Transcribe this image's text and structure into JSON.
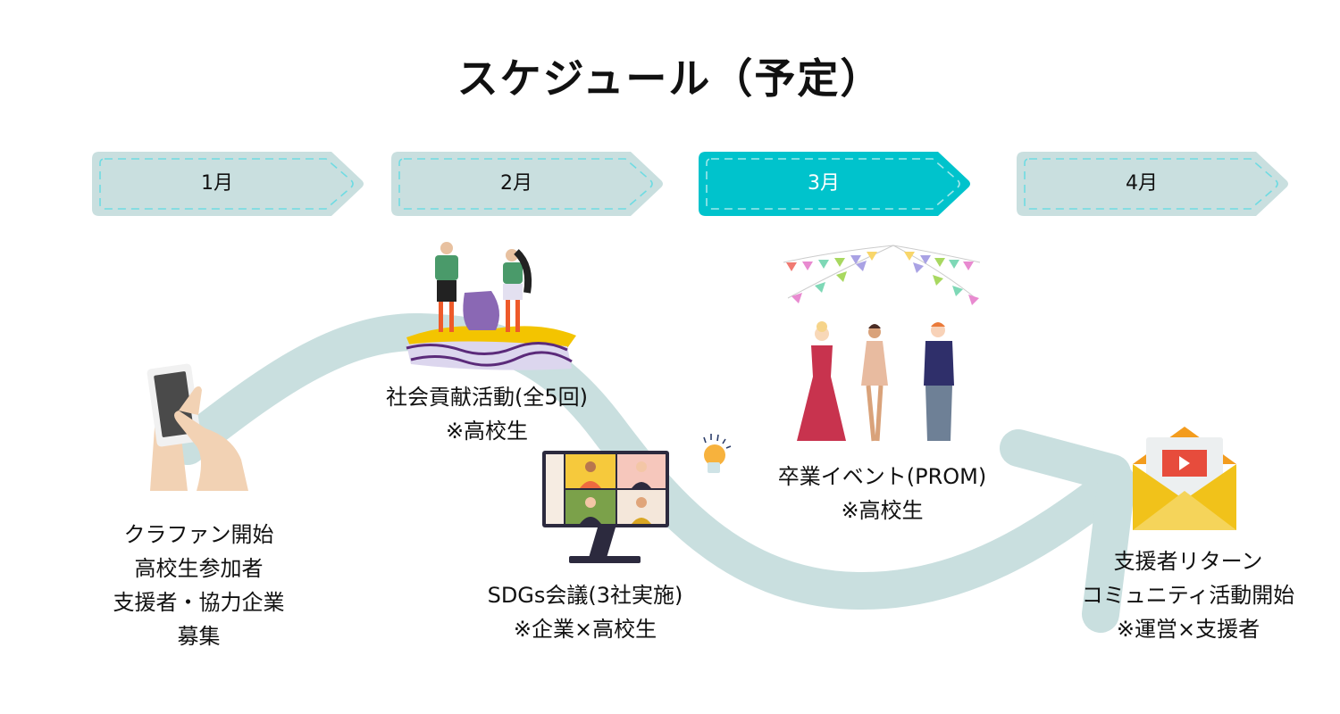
{
  "title": "スケジュール（予定）",
  "colors": {
    "tab_inactive": "#c9dfdf",
    "tab_active": "#00c3cc",
    "dash_inactive": "#6fdbe2",
    "dash_active": "#9fe7ea",
    "curve": "#c9dfdf"
  },
  "months": [
    {
      "label": "1月",
      "active": false
    },
    {
      "label": "2月",
      "active": false
    },
    {
      "label": "3月",
      "active": true
    },
    {
      "label": "4月",
      "active": false
    }
  ],
  "steps": [
    {
      "lines": [
        "クラファン開始",
        "高校生参加者",
        "支援者・協力企業",
        "募集"
      ],
      "icon": "smartphone-hand-icon"
    },
    {
      "lines": [
        "社会貢献活動(全5回)",
        "※高校生"
      ],
      "icon": "beach-cleanup-icon"
    },
    {
      "lines": [
        "SDGs会議(3社実施)",
        "※企業×高校生"
      ],
      "icon": "video-conference-monitor-icon"
    },
    {
      "lines": [
        "卒業イベント(PROM)",
        "※高校生"
      ],
      "icon": "party-people-icon"
    },
    {
      "lines": [
        "支援者リターン",
        "コミュニティ活動開始",
        "※運営×支援者"
      ],
      "icon": "video-mail-envelope-icon"
    }
  ]
}
